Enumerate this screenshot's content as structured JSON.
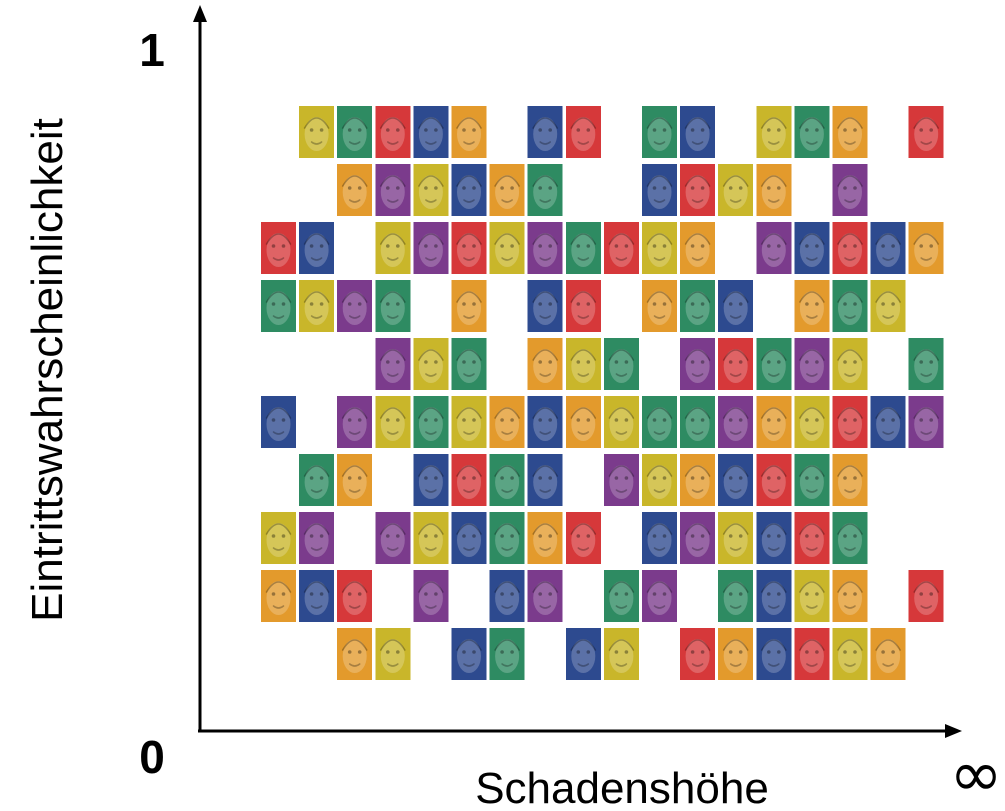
{
  "axes": {
    "y_title": "Eintrittswahrscheinlichkeit",
    "x_title": "Schadenshöhe",
    "y_max_label": "1",
    "origin_label": "0",
    "x_max_label": "∞"
  },
  "palette": {
    "Y": "#c9b62a",
    "G": "#2e8b62",
    "R": "#d6383a",
    "B": "#2d4a8f",
    "O": "#e39a2c",
    "P": "#7b3b8c"
  },
  "grid": {
    "columns": 18,
    "rows": [
      [
        ".",
        "Y",
        "G",
        "R",
        "B",
        "O",
        ".",
        "B",
        "R",
        ".",
        "G",
        "B",
        ".",
        "Y",
        "G",
        "O",
        ".",
        "R"
      ],
      [
        ".",
        ".",
        "O",
        "P",
        "Y",
        "B",
        "O",
        "G",
        ".",
        ".",
        "B",
        "R",
        "Y",
        "O",
        ".",
        "P",
        ".",
        "."
      ],
      [
        "R",
        "B",
        ".",
        "Y",
        "P",
        "R",
        "Y",
        "P",
        "G",
        "R",
        "Y",
        "O",
        ".",
        "P",
        "B",
        "R",
        "B",
        "O"
      ],
      [
        "G",
        "Y",
        "P",
        "G",
        ".",
        "O",
        ".",
        "B",
        "R",
        ".",
        "O",
        "G",
        "B",
        ".",
        "O",
        "G",
        "Y",
        "."
      ],
      [
        ".",
        ".",
        ".",
        "P",
        "Y",
        "G",
        ".",
        "O",
        "Y",
        "G",
        ".",
        "P",
        "R",
        "G",
        "P",
        "Y",
        ".",
        "G"
      ],
      [
        "B",
        ".",
        "P",
        "Y",
        "G",
        "Y",
        "O",
        "B",
        "O",
        "Y",
        "G",
        "G",
        "P",
        "O",
        "Y",
        "R",
        "B",
        "P"
      ],
      [
        ".",
        "G",
        "O",
        ".",
        "B",
        "R",
        "G",
        "B",
        ".",
        "P",
        "Y",
        "O",
        "B",
        "R",
        "G",
        "O",
        ".",
        "."
      ],
      [
        "Y",
        "P",
        ".",
        "P",
        "Y",
        "B",
        "G",
        "O",
        "R",
        ".",
        "B",
        "P",
        "Y",
        "B",
        "R",
        "G",
        ".",
        "."
      ],
      [
        "O",
        "B",
        "R",
        ".",
        "P",
        ".",
        "B",
        "P",
        ".",
        "G",
        "P",
        ".",
        "G",
        "B",
        "Y",
        "O",
        ".",
        "R"
      ],
      [
        ".",
        ".",
        "O",
        "Y",
        ".",
        "B",
        "G",
        ".",
        "B",
        "Y",
        ".",
        "R",
        "O",
        "B",
        "R",
        "Y",
        "O",
        "."
      ]
    ]
  }
}
